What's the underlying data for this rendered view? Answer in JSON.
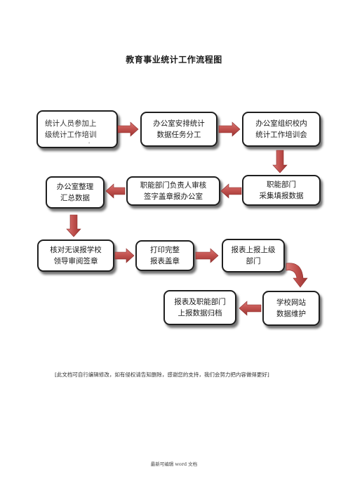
{
  "title": "教育事业统计工作流程图",
  "steps": [
    {
      "label": "统计人员参加上\n级统计工作培训",
      "dot": "。"
    },
    {
      "label": "办公室安排统计\n数据任务分工"
    },
    {
      "label": "办公室组织校内\n统计工作培训会"
    },
    {
      "label": "职能部门\n采集填报数据"
    },
    {
      "label": "职能部门负责人审核\n签字盖章报办公室"
    },
    {
      "label": "办公室整理\n汇总数据"
    },
    {
      "label": "核对无误报学校\n领导审阅签章"
    },
    {
      "label": "打印完整\n报表盖章"
    },
    {
      "label": "报表上报上级\n部门"
    },
    {
      "label": "学校网站\n数据维护"
    },
    {
      "label": "报表及职能部门\n上报数据归档"
    }
  ],
  "note": "[此文档可自行编辑修改，如有侵权请告知删除，感谢您的支持，我们会努力把内容做得更好]",
  "footer": "最新可编辑 word 文档",
  "colors": {
    "arrow_fill": "#c0504d",
    "arrow_stroke": "#8b2a28",
    "border": "#1f1f1f"
  }
}
